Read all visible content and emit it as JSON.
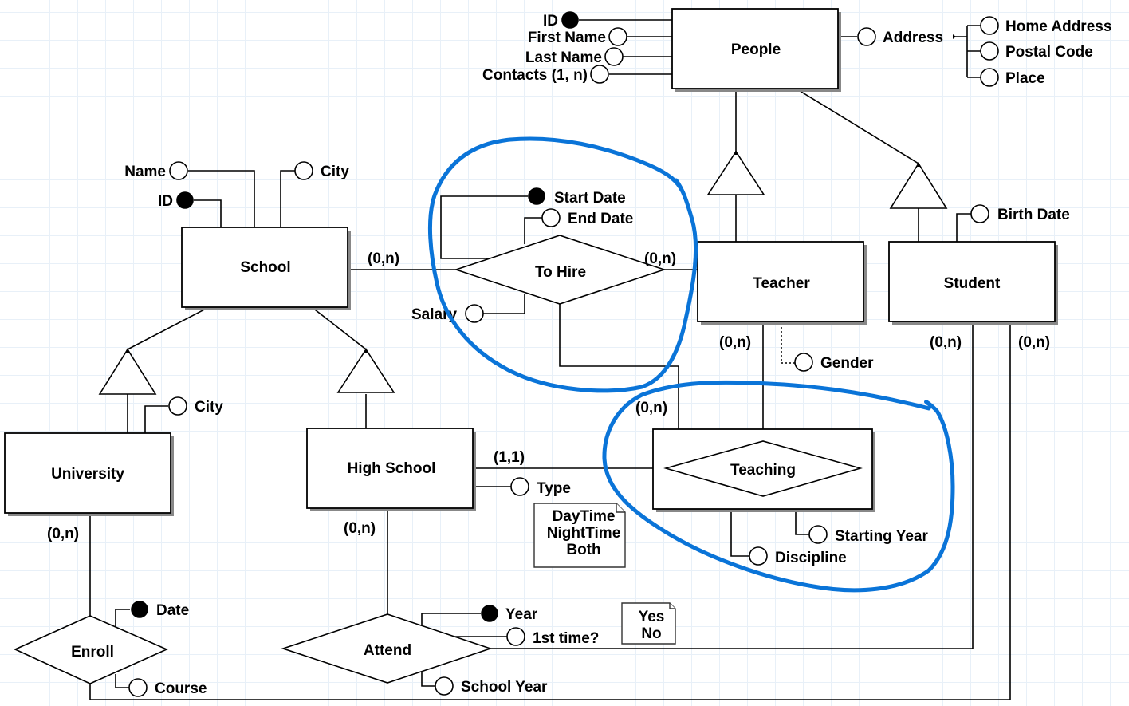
{
  "diagram": {
    "type": "entity-relationship",
    "entities": {
      "people": "People",
      "school": "School",
      "teacher": "Teacher",
      "student": "Student",
      "university": "University",
      "high_school": "High School"
    },
    "relationships": {
      "to_hire": "To Hire",
      "teaching": "Teaching",
      "enroll": "Enroll",
      "attend": "Attend"
    },
    "attributes": {
      "people": {
        "id": "ID",
        "first_name": "First Name",
        "last_name": "Last Name",
        "contacts": "Contacts (1, n)",
        "address": "Address",
        "home_address": "Home Address",
        "postal_code": "Postal Code",
        "place": "Place"
      },
      "school": {
        "name": "Name",
        "id": "ID",
        "city": "City"
      },
      "to_hire": {
        "start_date": "Start Date",
        "end_date": "End Date",
        "salary": "Salary"
      },
      "student": {
        "birth_date": "Birth Date"
      },
      "teacher": {
        "gender": "Gender"
      },
      "university": {
        "city": "City"
      },
      "high_school": {
        "type": "Type"
      },
      "teaching": {
        "starting_year": "Starting Year",
        "discipline": "Discipline"
      },
      "enroll": {
        "date": "Date",
        "course": "Course"
      },
      "attend": {
        "year": "Year",
        "first_time": "1st time?",
        "school_year": "School Year"
      }
    },
    "cardinalities": {
      "school_to_hire": "(0,n)",
      "teacher_to_hire": "(0,n)",
      "teacher_teaching": "(0,n)",
      "student_attend": "(0,n)",
      "student_enroll": "(0,n)",
      "to_hire_teaching": "(0,n)",
      "high_school_teaching": "(1,1)",
      "university_enroll": "(0,n)",
      "high_school_attend": "(0,n)"
    },
    "notes": {
      "type_values": [
        "DayTime",
        "NightTime",
        "Both"
      ],
      "first_time_values": [
        "Yes",
        "No"
      ]
    },
    "highlight_color": "#0a74d8"
  }
}
